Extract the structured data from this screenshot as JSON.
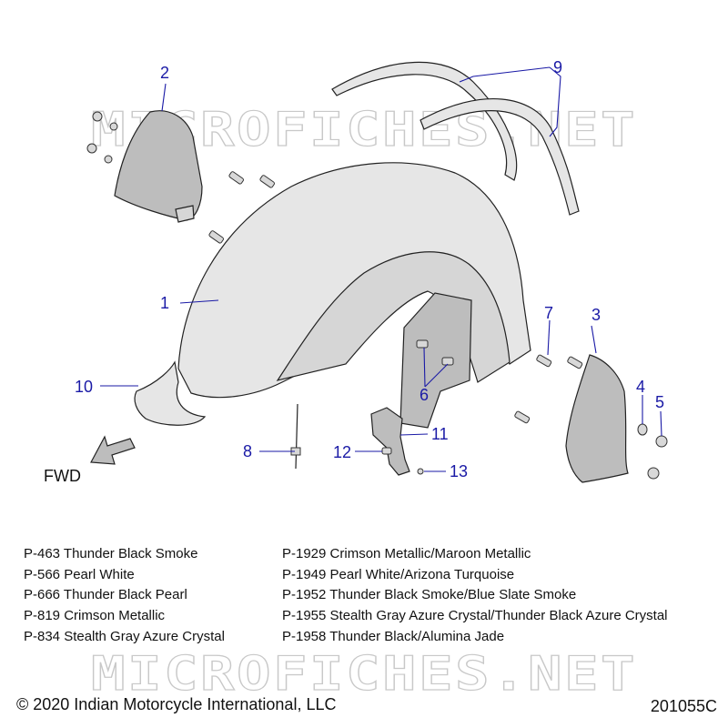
{
  "watermark": "MICROFICHES.NET",
  "direction_label": "FWD",
  "callouts": {
    "c1": "1",
    "c2": "2",
    "c3": "3",
    "c4": "4",
    "c5": "5",
    "c6": "6",
    "c7": "7",
    "c8": "8",
    "c9": "9",
    "c10": "10",
    "c11": "11",
    "c12": "12",
    "c13": "13"
  },
  "paint_codes_left": [
    "P-463 Thunder Black Smoke",
    "P-566 Pearl White",
    "P-666 Thunder Black Pearl",
    "P-819 Crimson Metallic",
    "P-834 Stealth Gray Azure Crystal"
  ],
  "paint_codes_right": [
    "P-1929 Crimson Metallic/Maroon Metallic",
    "P-1949 Pearl White/Arizona Turquoise",
    "P-1952 Thunder Black Smoke/Blue Slate Smoke",
    "P-1955 Stealth Gray Azure Crystal/Thunder Black Azure Crystal",
    "P-1958 Thunder Black/Alumina Jade"
  ],
  "copyright": "© 2020 Indian Motorcycle International, LLC",
  "drawing_number": "201055C"
}
